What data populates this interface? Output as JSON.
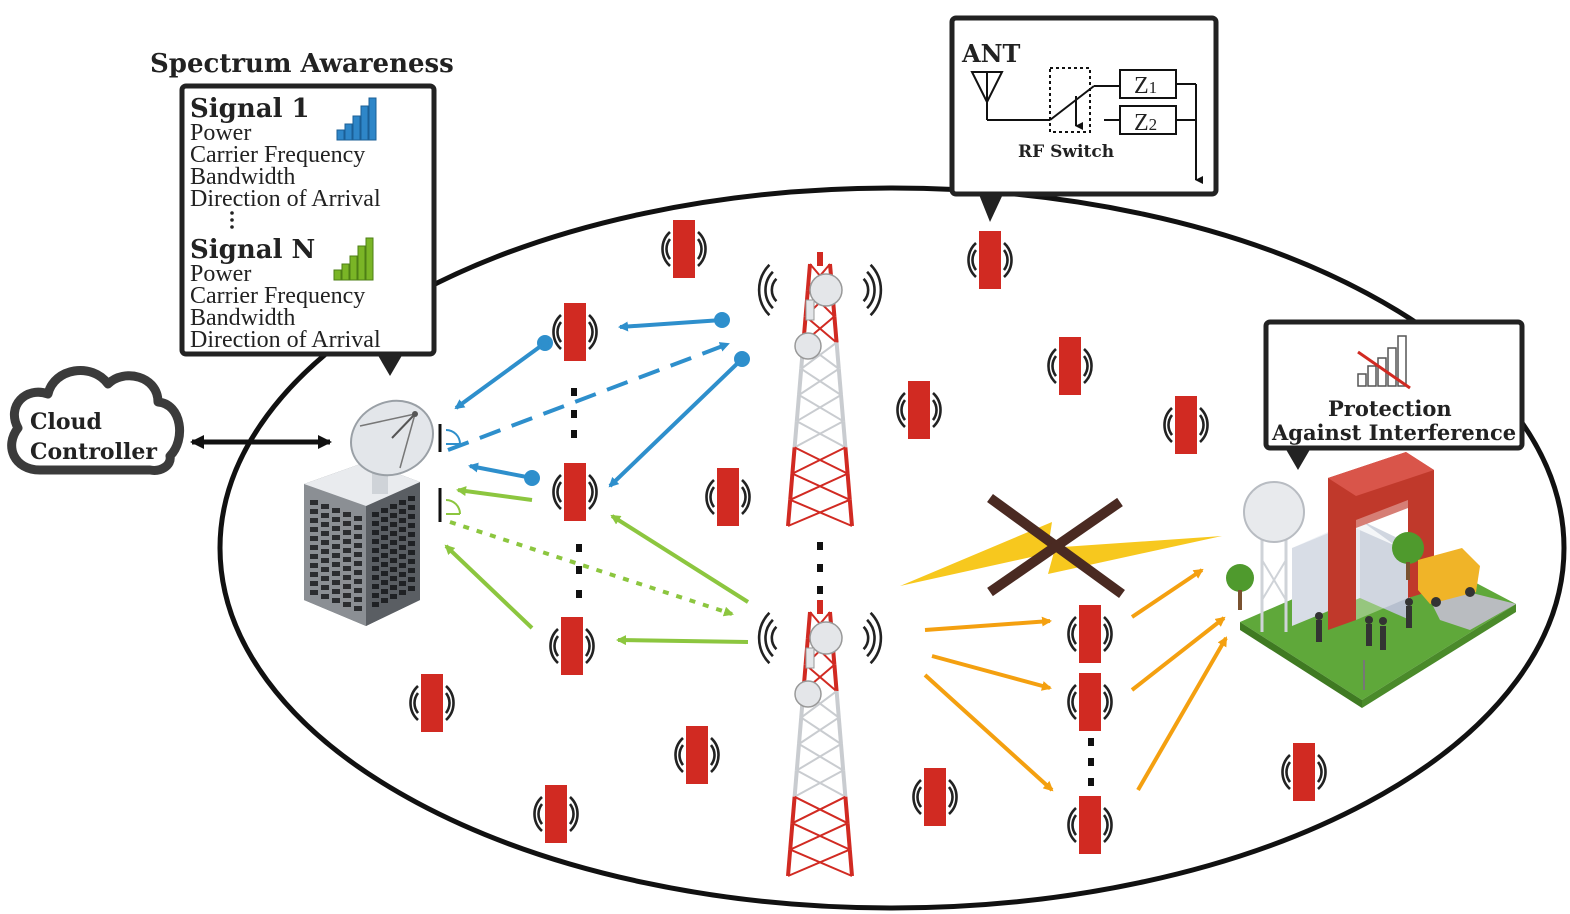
{
  "spectrum_awareness": {
    "title": "Spectrum Awareness",
    "signal_1": {
      "label": "Signal 1",
      "attributes": [
        "Power",
        "Carrier Frequency",
        "Bandwidth",
        "Direction of Arrival"
      ],
      "bar_color": "#2e86c8"
    },
    "signal_n": {
      "label": "Signal N",
      "attributes": [
        "Power",
        "Carrier Frequency",
        "Bandwidth",
        "Direction of Arrival"
      ],
      "bar_color": "#7ab526"
    }
  },
  "cloud": {
    "line1": "Cloud",
    "line2": "Controller"
  },
  "rf_switch": {
    "ant_label": "ANT",
    "z1": "Z",
    "z1_sub": "1",
    "z2": "Z",
    "z2_sub": "2",
    "switch_label": "RF Switch"
  },
  "protection": {
    "line1": "Protection",
    "line2": "Against Interference"
  },
  "colors": {
    "device": "#d12a22",
    "blue_link": "#2e8fcc",
    "green_link": "#8cc63f",
    "orange_link": "#f4a010",
    "lightning": "#f7c81e",
    "cross": "#4a2a22",
    "outline": "#111111"
  },
  "icons": [
    "cloud-icon",
    "satellite-dish-icon",
    "building-icon",
    "cell-tower-icon",
    "antenna-icon",
    "interference-icon",
    "weather-station-icon"
  ]
}
